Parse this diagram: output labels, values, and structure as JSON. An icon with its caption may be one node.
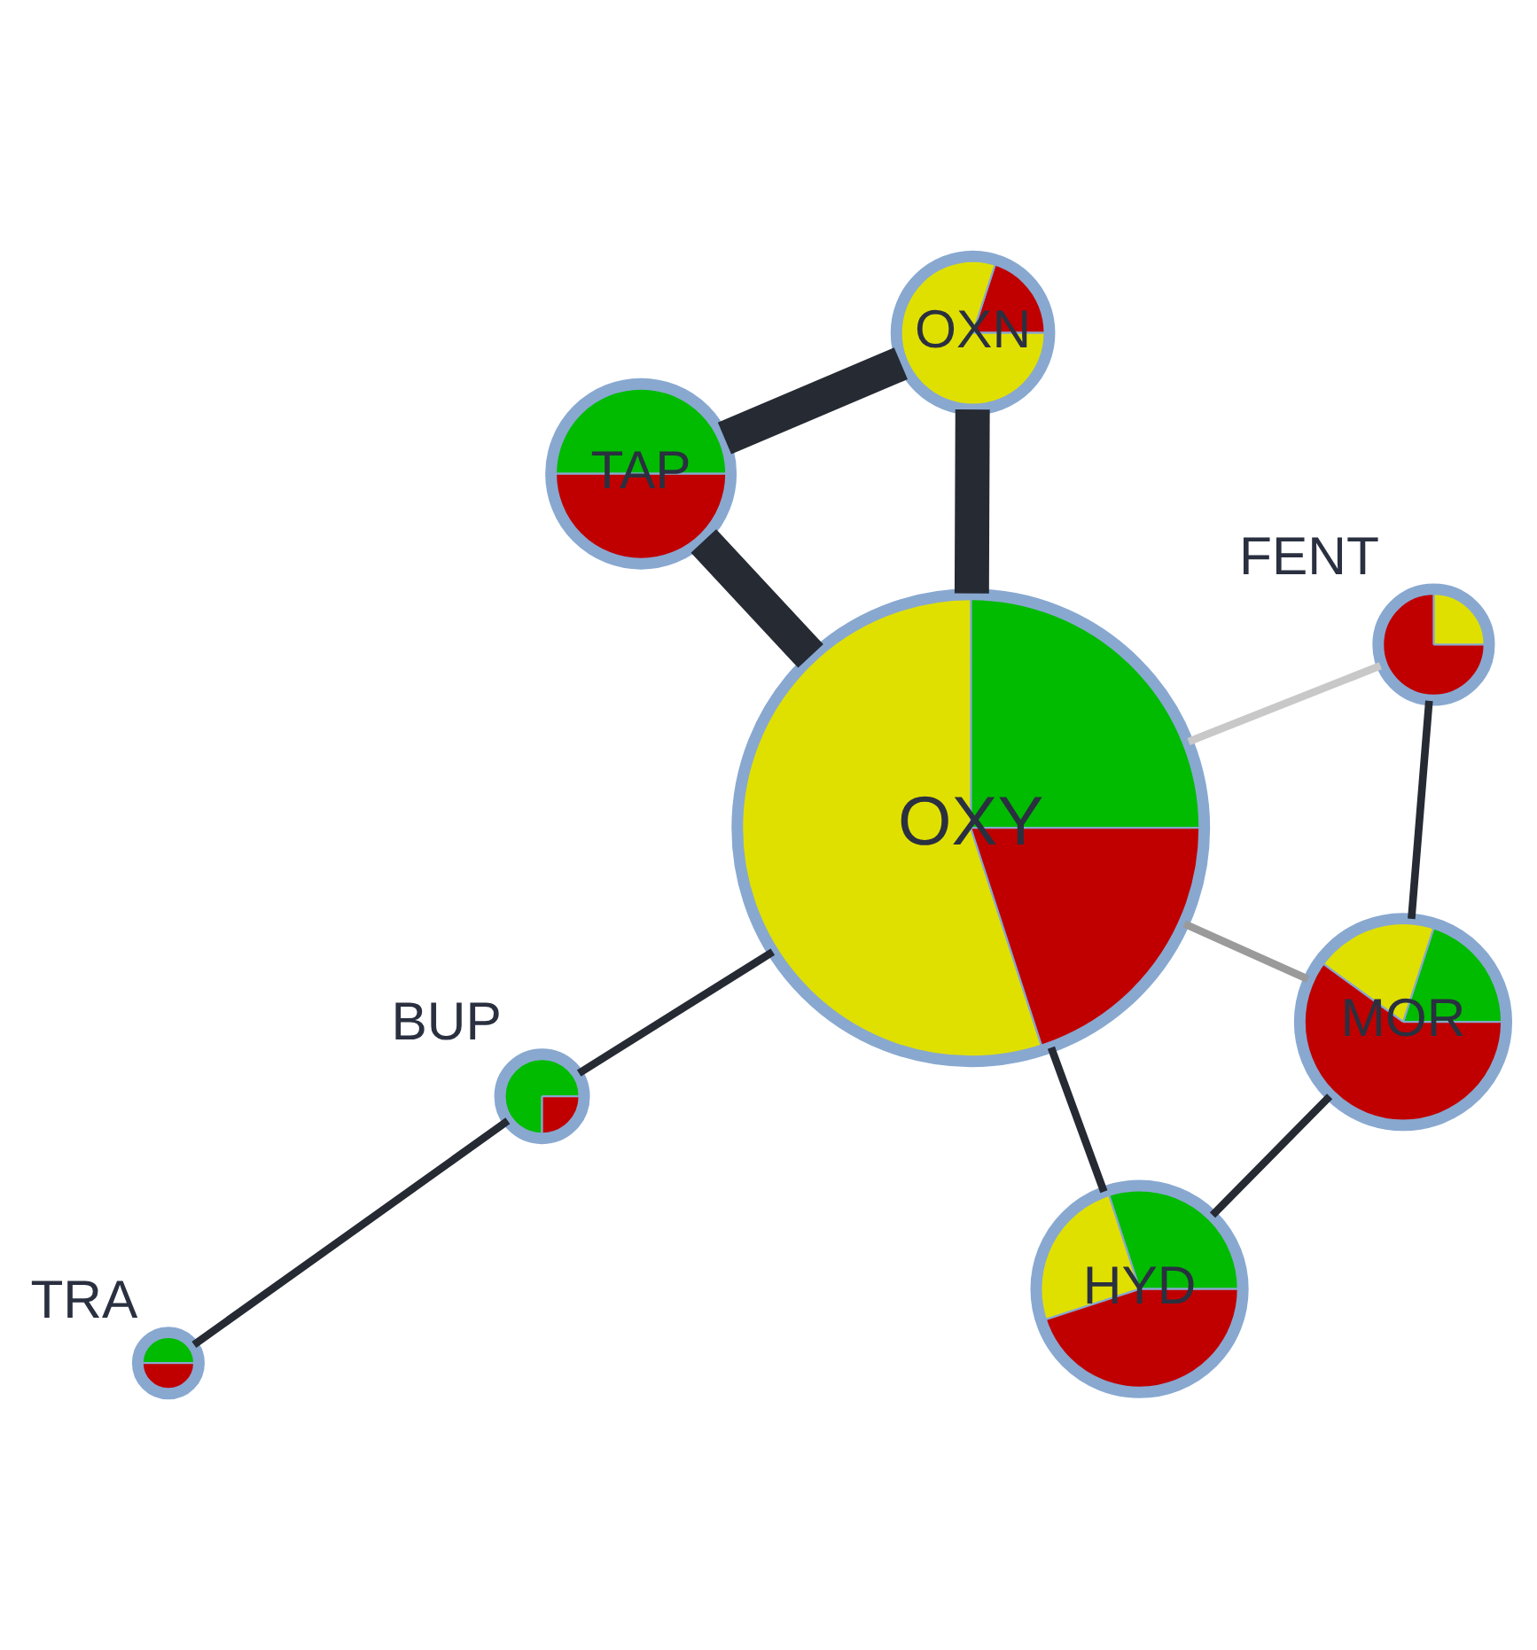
{
  "diagram": {
    "nodes": [
      {
        "text": [
          "OXY"
        ]
      },
      {
        "text": [
          "TRA"
        ]
      },
      {
        "text": [
          "OXN"
        ]
      },
      {
        "text": [
          "BUP"
        ]
      },
      {
        "text": [
          "MOR"
        ]
      },
      {
        "text": [
          "HYD"
        ]
      },
      {
        "text": [
          "FENT"
        ]
      },
      {
        "text": [
          "TAP"
        ]
      }
    ],
    "edges": [
      {
        "from": 1,
        "to": 3,
        "arrow": "none"
      },
      {
        "from": 0,
        "to": 3,
        "arrow": "none"
      },
      {
        "from": 0,
        "to": 2,
        "arrow": "none",
        "style": "thick"
      },
      {
        "from": 0,
        "to": 5,
        "arrow": "none"
      },
      {
        "from": 0,
        "to": 7,
        "arrow": "none",
        "style": "thick"
      },
      {
        "from": 0,
        "to": 6,
        "arrow": "none",
        "color": "#c8c8c8"
      },
      {
        "from": 0,
        "to": 4,
        "arrow": "none",
        "color": "#9a9a9a"
      },
      {
        "from": 2,
        "to": 7,
        "arrow": "none",
        "style": "thick"
      },
      {
        "from": 4,
        "to": 5,
        "arrow": "none"
      },
      {
        "from": 4,
        "to": 6,
        "arrow": "none"
      }
    ]
  }
}
